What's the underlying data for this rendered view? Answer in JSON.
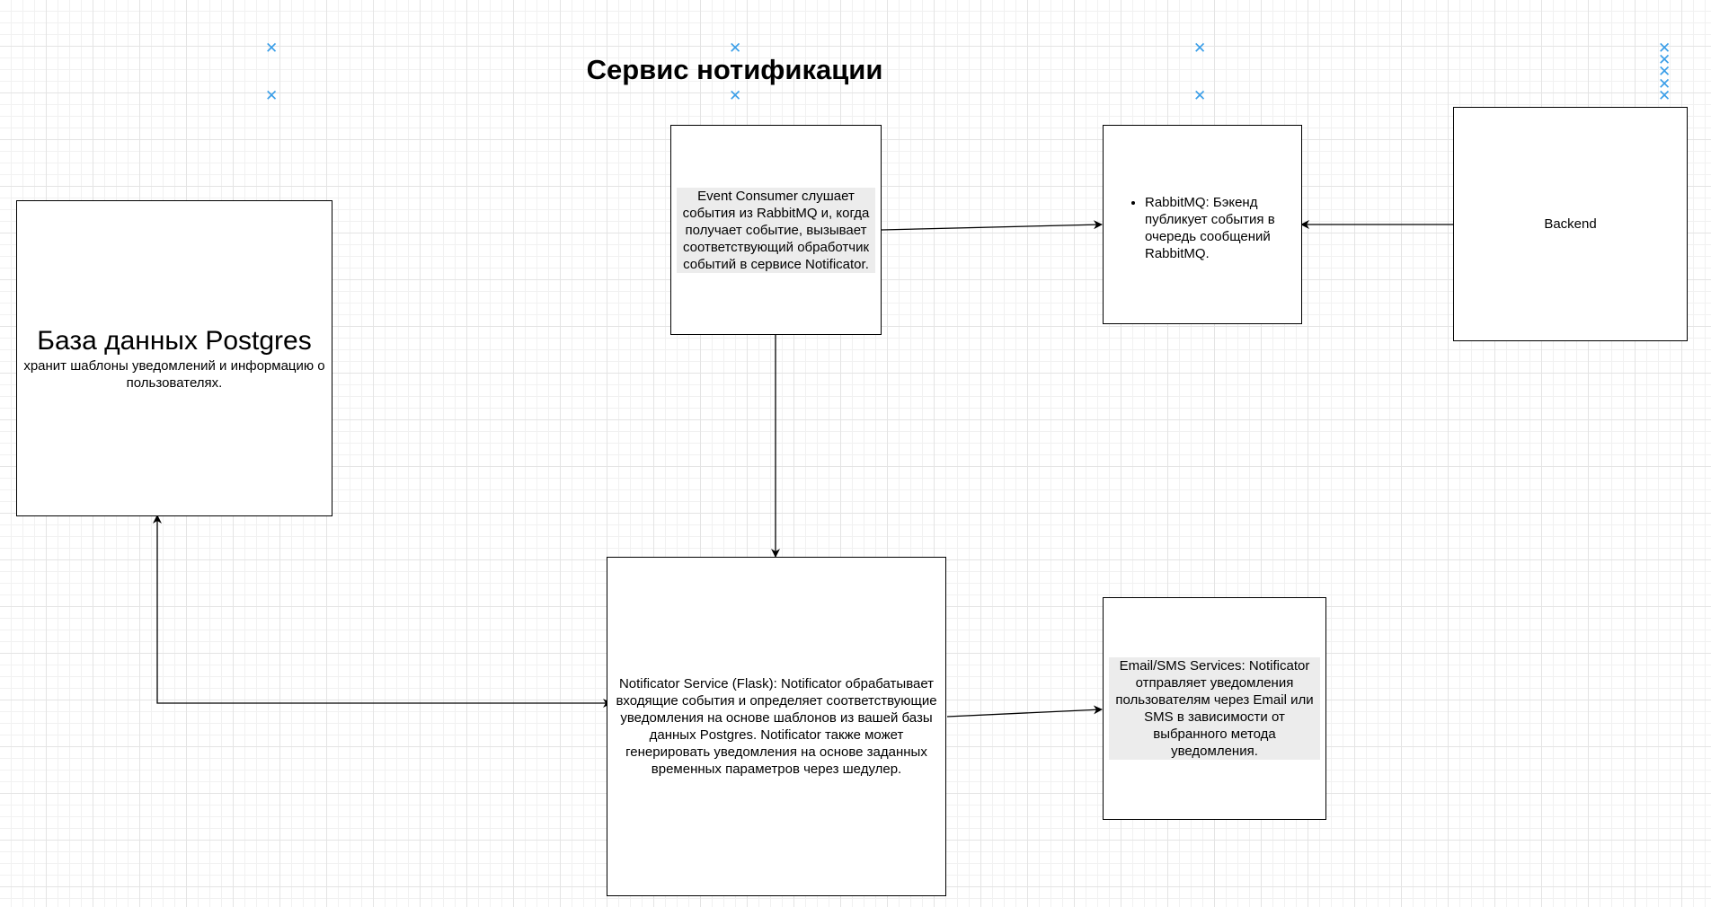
{
  "diagram": {
    "title": "Сервис нотификации",
    "nodes": {
      "postgres": {
        "title": "База данных Postgres",
        "description": "хранит шаблоны уведомлений и информацию о пользователях."
      },
      "event_consumer": {
        "text": "Event Consumer слушает события из RabbitMQ и, когда получает событие, вызывает соответствующий обработчик событий в сервисе Notificator."
      },
      "rabbitmq": {
        "bullet": "RabbitMQ: Бэкенд публикует события в очередь сообщений RabbitMQ."
      },
      "backend": {
        "label": "Backend"
      },
      "notificator": {
        "text": "Notificator Service (Flask): Notificator обрабатывает входящие события и определяет соответствующие уведомления на основе шаблонов из вашей базы данных Postgres. Notificator также может генерировать уведомления на основе заданных временных параметров через шедулер."
      },
      "email_sms": {
        "text": "Email/SMS Services: Notificator отправляет уведомления пользователям через Email или SMS в зависимости от выбранного метода уведомления."
      }
    },
    "edges": [
      {
        "from": "event_consumer",
        "to": "rabbitmq",
        "arrow": "end"
      },
      {
        "from": "backend",
        "to": "rabbitmq",
        "arrow": "end"
      },
      {
        "from": "event_consumer",
        "to": "notificator",
        "arrow": "end"
      },
      {
        "from": "notificator",
        "to": "postgres",
        "arrow": "both"
      },
      {
        "from": "notificator",
        "to": "email_sms",
        "arrow": "end"
      }
    ],
    "colors": {
      "marker": "#3a9ee8",
      "stroke": "#000000",
      "text_highlight": "#ececec"
    },
    "marker_icon": "x-mark-icon"
  }
}
